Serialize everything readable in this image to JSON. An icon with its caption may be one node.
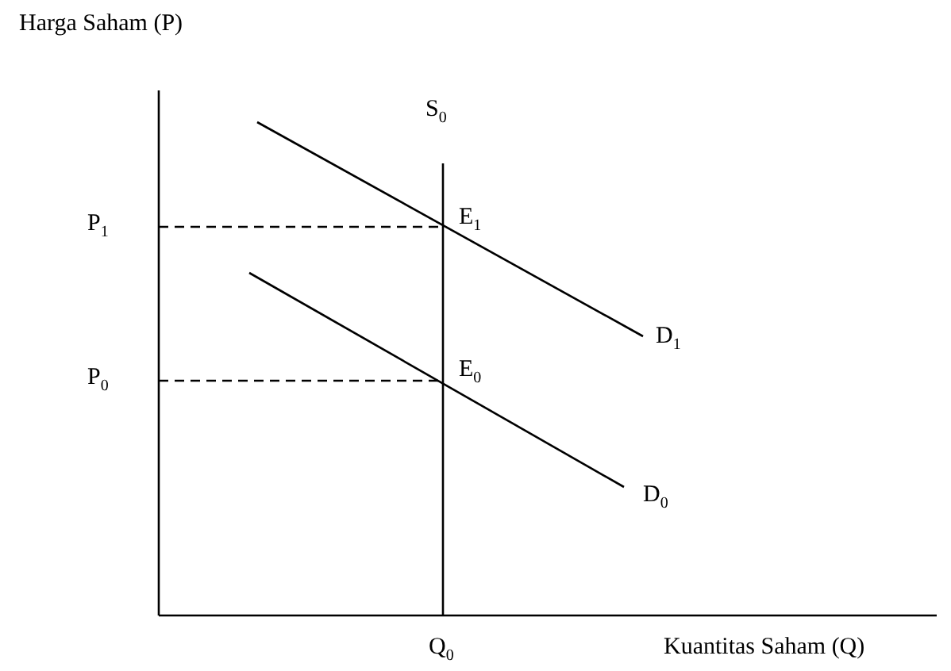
{
  "diagram": {
    "labels": [
      "Harga Saham (P)",
      "S$_{0}$",
      "P$_{1}$",
      "E$_{1}$",
      "D$_{1}$",
      "P$_{0}$",
      "E$_{0}$",
      "D$_{0}$",
      "Q$_{0}$",
      "Kuantitas Saham (Q)"
    ]
  }
}
